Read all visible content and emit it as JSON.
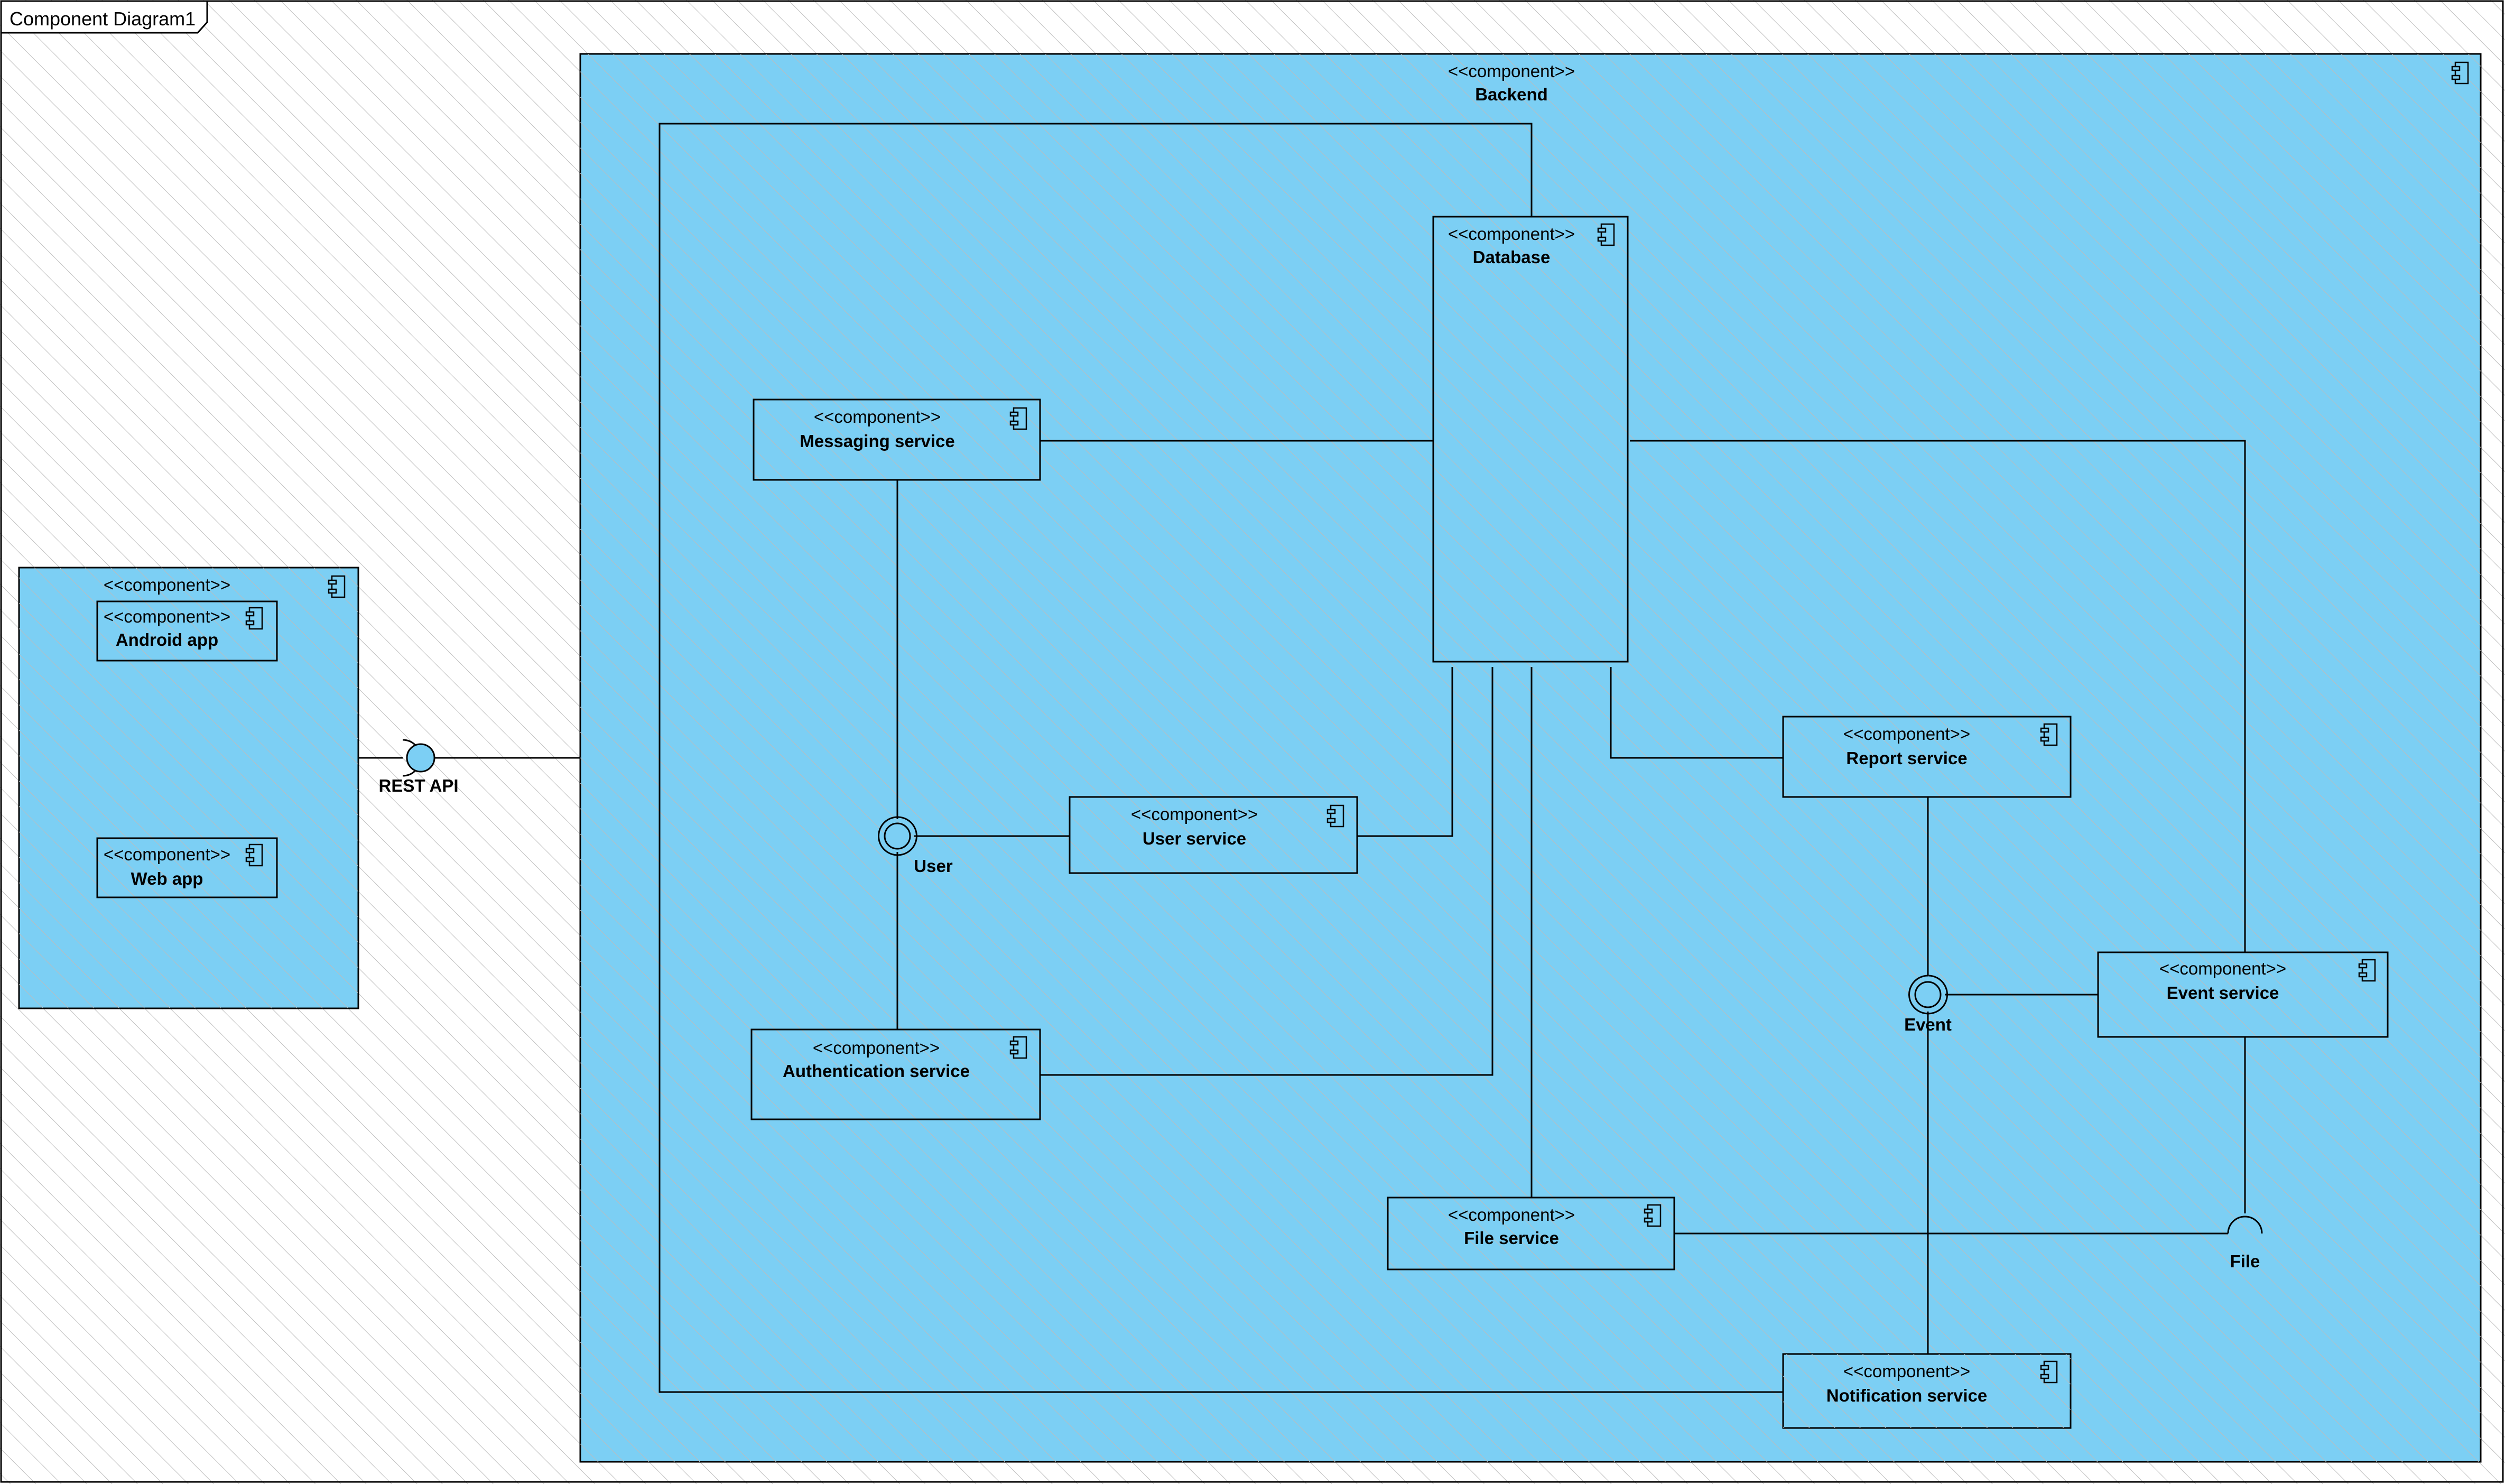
{
  "frame": {
    "title": "Component Diagram1"
  },
  "colors": {
    "fill": "#7ccff4",
    "stroke": "#000000",
    "hatch": "#bcbcbc"
  },
  "stereotype": "<<component>>",
  "components": {
    "clients": {
      "name": ""
    },
    "android_app": {
      "name": "Android app"
    },
    "web_app": {
      "name": "Web app"
    },
    "backend": {
      "name": "Backend"
    },
    "database": {
      "name": "Database"
    },
    "messaging_service": {
      "name": "Messaging service"
    },
    "user_service": {
      "name": "User service"
    },
    "authentication_service": {
      "name": "Authentication service"
    },
    "report_service": {
      "name": "Report service"
    },
    "event_service": {
      "name": "Event service"
    },
    "file_service": {
      "name": "File service"
    },
    "notification_service": {
      "name": "Notification service"
    }
  },
  "interfaces": {
    "rest_api": "REST API",
    "user": "User",
    "event": "Event",
    "file": "File"
  },
  "icons": {
    "component": "component-icon",
    "provided_interface": "lollipop-icon",
    "required_interface": "socket-icon"
  }
}
